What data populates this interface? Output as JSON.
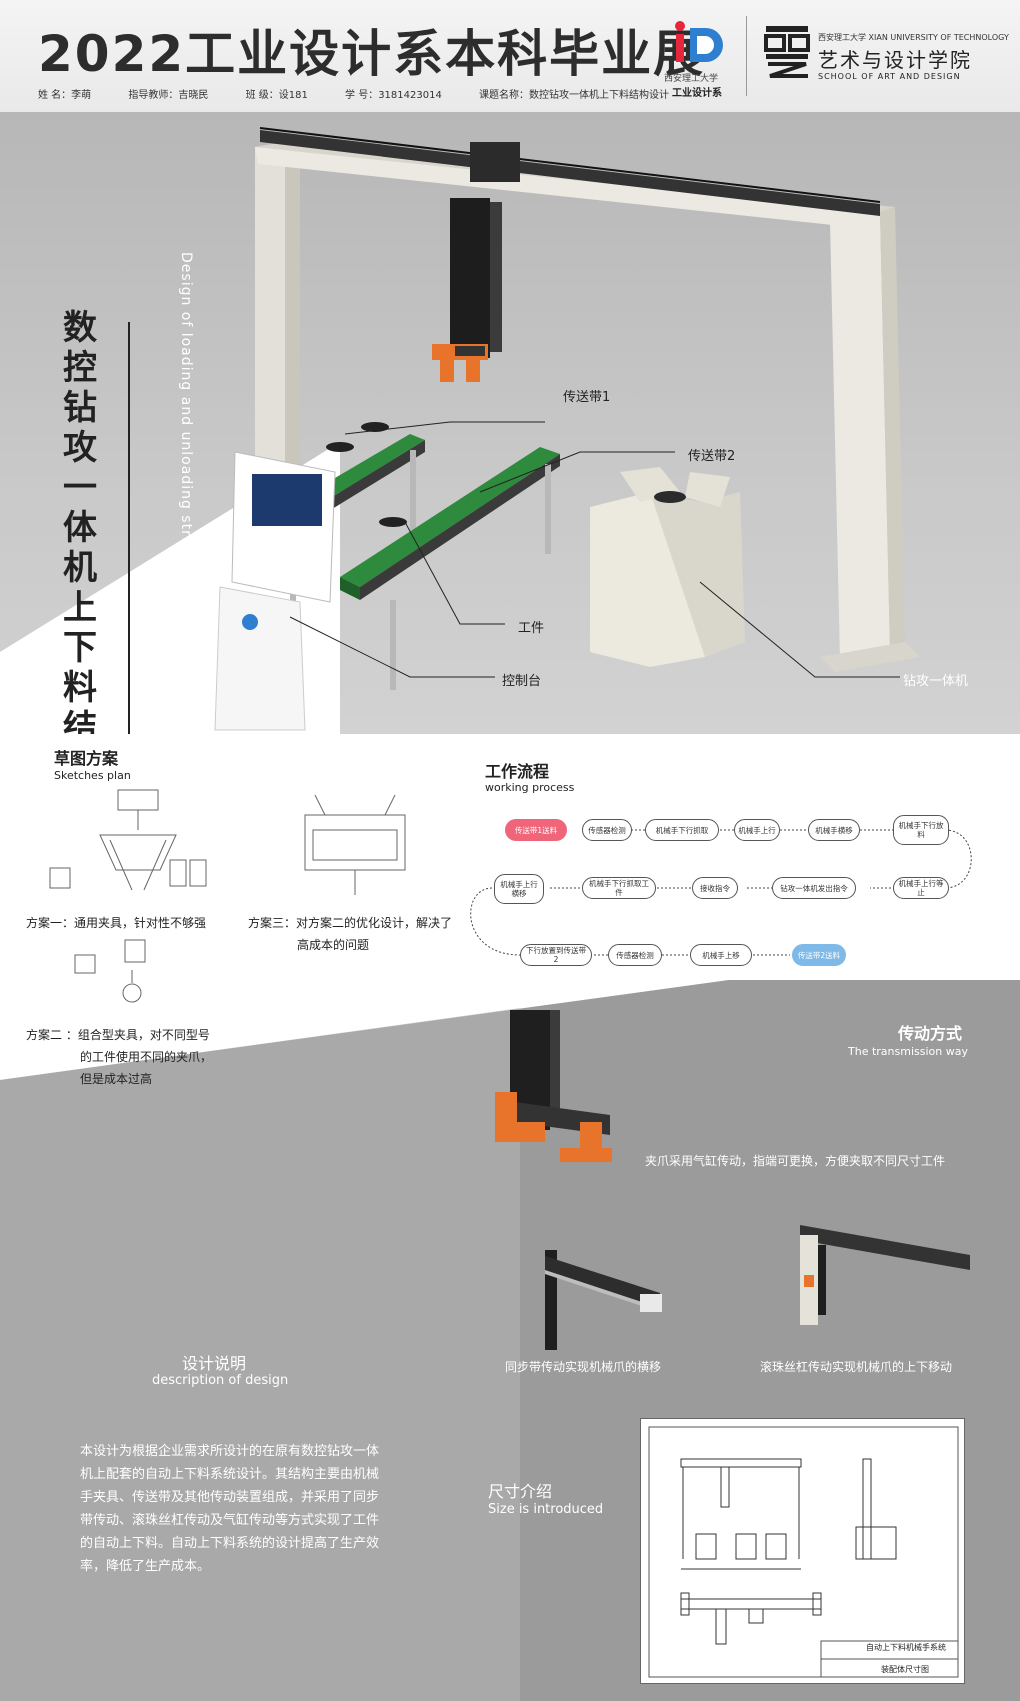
{
  "header": {
    "title": "2022工业设计系本科毕业展",
    "name_label": "姓 名：李萌",
    "advisor_label": "指导教师：吉晓民",
    "class_label": "班 级：设181",
    "student_id_label": "学 号：3181423014",
    "topic_label": "课题名称：数控钻攻一体机上下料结构设计",
    "school_id_text": "西安理工大学",
    "dept_text": "工业设计系",
    "art_school_top": "西安理工大学  XIAN UNIVERSITY OF TECHNOLOGY",
    "art_school_cn": "艺术与设计学院",
    "art_school_en": "SCHOOL OF ART AND DESIGN"
  },
  "hero": {
    "vertical_title": [
      "数",
      "控",
      "钻",
      "攻",
      "一",
      "体",
      "机",
      "上",
      "下",
      "料",
      "结",
      "构",
      "设",
      "计"
    ],
    "english_title": "Design of loading and unloading structure of NC drilling and taping machine",
    "callouts": {
      "belt1": "传送带1",
      "belt2": "传送带2",
      "workpiece": "工件",
      "console": "控制台",
      "drill": "钻攻一体机"
    }
  },
  "sketch": {
    "title": "草图方案",
    "subtitle": "Sketches plan",
    "plan1": "方案一：通用夹具，针对性不够强",
    "plan2_line1": "方案二 ：组合型夹具，对不同型号",
    "plan2_line2": "的工件使用不同的夹爪，",
    "plan2_line3": "但是成本过高",
    "plan3_line1": "方案三：对方案二的优化设计，解决了",
    "plan3_line2": "高成本的问题"
  },
  "workflow": {
    "title": "工作流程",
    "subtitle": "working process",
    "row1": [
      "传送带1送料",
      "传感器检测",
      "机械手下行抓取",
      "机械手上行",
      "机械手横移",
      "机械手下行放料"
    ],
    "row2": [
      "机械手上行横移",
      "机械手下行抓取工件",
      "接收指令",
      "钻攻一体机发出指令",
      "机械手上行等止"
    ],
    "row3": [
      "下行放置到传送带2",
      "传感器检测",
      "机械手上移",
      "传送带2送料"
    ]
  },
  "transmission": {
    "title": "传动方式",
    "subtitle": "The transmission way",
    "caption_claw": "夹爪采用气缸传动，指端可更换，方便夹取不同尺寸工件",
    "caption_belt": "同步带传动实现机械爪的横移",
    "caption_screw": "滚珠丝杠传动实现机械爪的上下移动"
  },
  "description": {
    "title": "设计说明",
    "subtitle": "description of design",
    "body": "本设计为根据企业需求所设计的在原有数控钻攻一体机上配套的自动上下料系统设计。其结构主要由机械手夹具、传送带及其他传动装置组成，并采用了同步带传动、滚珠丝杠传动及气缸传动等方式实现了工件的自动上下料。自动上下料系统的设计提高了生产效率，降低了生产成本。"
  },
  "size": {
    "title": "尺寸介绍",
    "subtitle": "Size is introduced",
    "drawing_title": "自动上下料机械手系统",
    "drawing_sub": "装配体尺寸图"
  },
  "colors": {
    "accent_orange": "#e8732a",
    "belt_green": "#2e8b3e",
    "flow_start": "#f0657a",
    "flow_end": "#7eb9e8",
    "gray_bg": "#9c9c9c"
  }
}
